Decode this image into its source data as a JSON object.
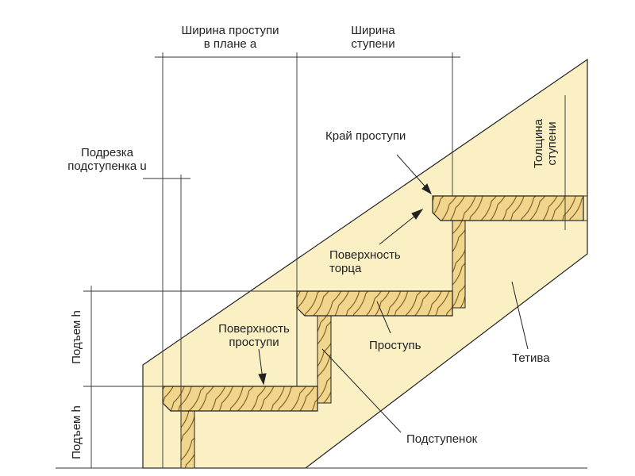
{
  "labels": {
    "tread_width_plan": [
      "Ширина проступи",
      "в плане a"
    ],
    "step_width": [
      "Ширина",
      "ступени"
    ],
    "riser_undercut": [
      "Подрезка",
      "подступенка u"
    ],
    "tread_edge": "Край проступи",
    "step_thickness": [
      "Толщина",
      "ступени"
    ],
    "end_surface": [
      "Поверхность",
      "торца"
    ],
    "tread_surface": [
      "Поверхность",
      "проступи"
    ],
    "tread": "Проступь",
    "stringer": "Тетива",
    "riser": "Подступенок",
    "rise_upper": "Подъем h",
    "rise_lower": "Подъем h"
  },
  "colors": {
    "wood": "#f2dc9a",
    "stringer": "#faf0c4",
    "line": "#222222",
    "grain": "#6a4a1a"
  }
}
